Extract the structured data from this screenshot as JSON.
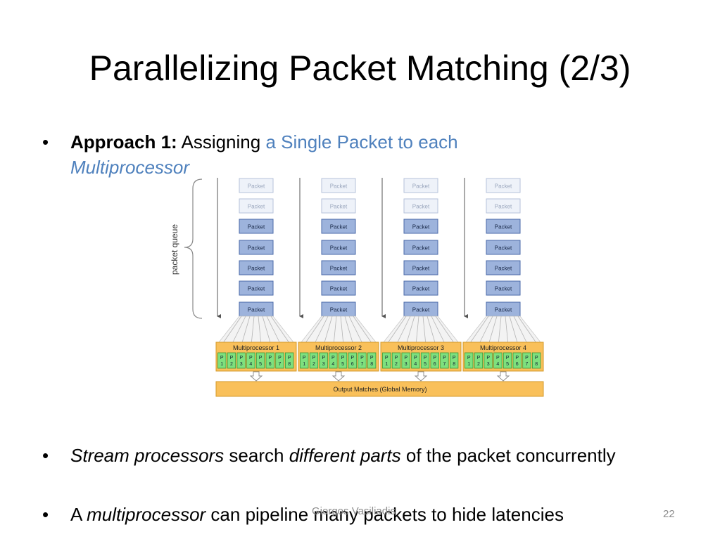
{
  "slide": {
    "title": "Parallelizing Packet Matching (2/3)",
    "bullet_char": "•",
    "bullet1": {
      "bold": "Approach 1:",
      "plain": " Assigning ",
      "blue": "a Single Packet to each",
      "blue_italic": "Multiprocessor"
    },
    "bullet2": {
      "italic1": "Stream processors",
      "plain1": " search ",
      "italic2": "different parts",
      "plain2": " of the packet concurrently"
    },
    "bullet3": {
      "plain1": "A ",
      "italic": "multiprocessor",
      "plain2": " can pipeline many packets to hide latencies"
    },
    "footer": "Giorgos Vasiliadis",
    "page_number": "22"
  },
  "diagram": {
    "queue_label": "packet queue",
    "packet_label": "Packet",
    "multiprocessors": [
      "Multiprocessor 1",
      "Multiprocessor 2",
      "Multiprocessor 3",
      "Multiprocessor 4"
    ],
    "stream_processors": [
      "1",
      "2",
      "3",
      "4",
      "5",
      "6",
      "7",
      "8"
    ],
    "sp_prefix": "P",
    "output_label": "Output Matches (Global Memory)",
    "colors": {
      "packet_fill": "#9db3dc",
      "packet_stroke": "#4a6aa8",
      "packet_faded_fill": "#eef2f9",
      "packet_faded_stroke": "#b6c2da",
      "mp_fill": "#f9c05a",
      "mp_stroke": "#d49a2a",
      "sp_fill": "#7ee07e",
      "sp_stroke": "#3a9a3a",
      "arrow": "#555555"
    }
  }
}
